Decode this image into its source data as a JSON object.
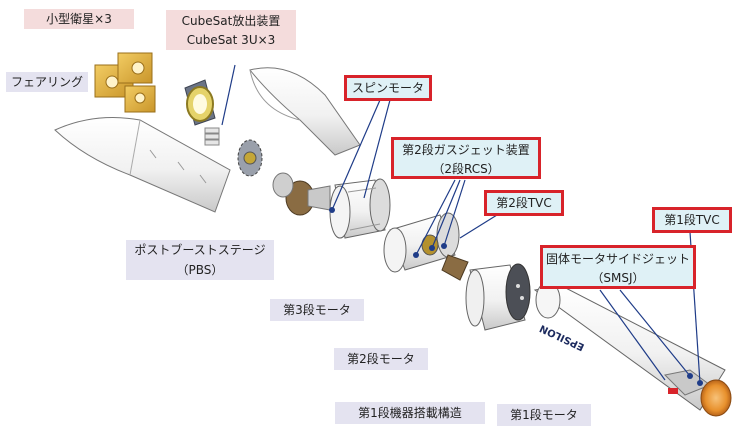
{
  "labels": {
    "small_satellites": "小型衛星×3",
    "cubesat_device_line1": "CubeSat放出装置",
    "cubesat_device_line2": "CubeSat 3U×3",
    "fairing": "フェアリング",
    "spin_motor": "スピンモータ",
    "gas_jet_line1": "第2段ガスジェット装置",
    "gas_jet_line2": "（2段RCS）",
    "tvc2": "第2段TVC",
    "tvc1": "第1段TVC",
    "pbs_line1": "ポストブーストステージ",
    "pbs_line2": "（PBS）",
    "motor3": "第3段モータ",
    "smsj_line1": "固体モータサイドジェット",
    "smsj_line2": "（SMSJ）",
    "motor2": "第2段モータ",
    "structure1": "第1段機器搭載構造",
    "motor1": "第1段モータ"
  },
  "rocket_marking": "EPSILON",
  "colors": {
    "callout_border": "#d8232a",
    "leader_line": "#1f3c88",
    "pink_label_bg": "#f4dcdc",
    "lavender_label_bg": "#e4e3f0",
    "cyan_label_bg": "#dff1f6",
    "satellite_gold": "#e2b13c",
    "nozzle_orange": "#e8912d"
  }
}
